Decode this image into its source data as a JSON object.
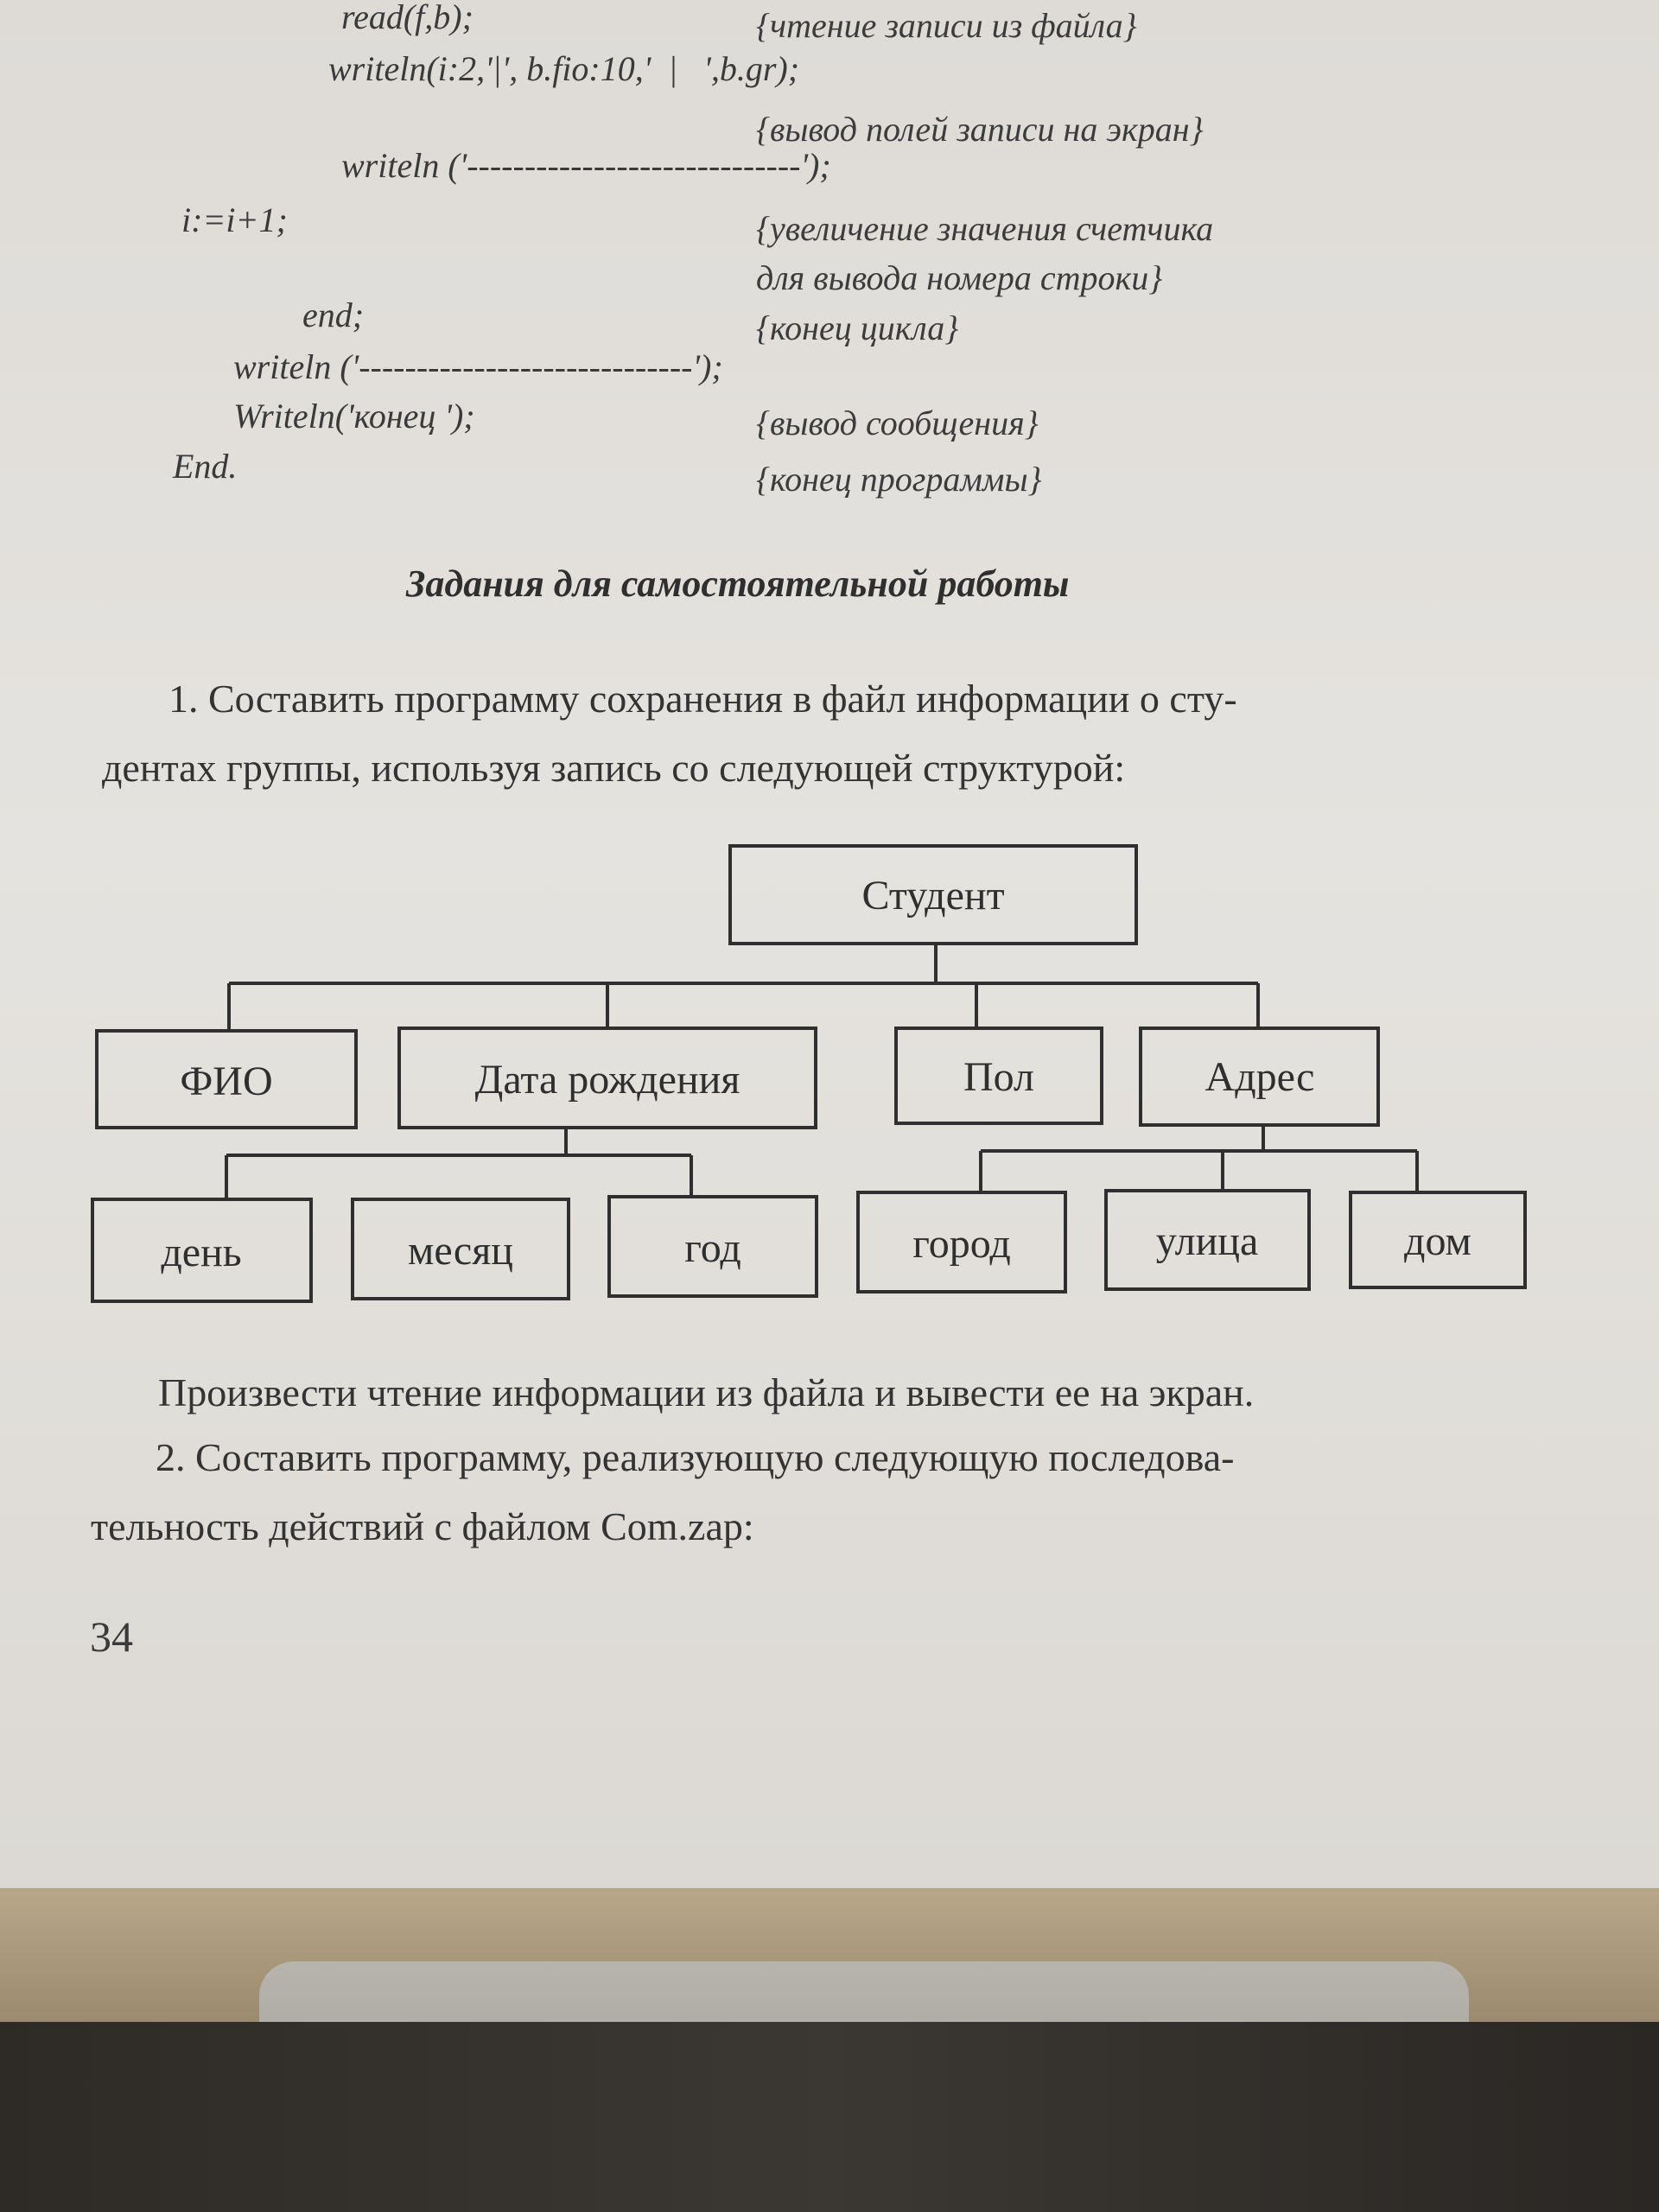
{
  "code_lines": [
    {
      "code": "read(f,b);",
      "comment": "{чтение записи из файла}"
    },
    {
      "code": "writeln(i:2,'|', b.fio:10,'  |   ',b.gr);",
      "comment": ""
    },
    {
      "code": "",
      "comment": "{вывод полей записи на экран}"
    },
    {
      "code": "writeln ('-----------------------------');",
      "comment": ""
    },
    {
      "code": "i:=i+1;",
      "comment": "{увеличение значения счетчика"
    },
    {
      "code": "",
      "comment": "для вывода номера строки}"
    },
    {
      "code": "end;",
      "comment": "{конец цикла}"
    },
    {
      "code": "writeln ('-----------------------------');",
      "comment": ""
    },
    {
      "code": "Writeln('конец ');",
      "comment": "{вывод сообщения}"
    },
    {
      "code": "End.",
      "comment": "{конец программы}"
    }
  ],
  "heading": "Задания для самостоятельной работы",
  "task1": {
    "line1": "1. Составить программу сохранения в файл информации о сту-",
    "line2": "дентах  группы, используя запись со следующей структурой:"
  },
  "diagram": {
    "root": "Студент",
    "level1": [
      "ФИО",
      "Дата рождения",
      "Пол",
      "Адрес"
    ],
    "birth_children": [
      "день",
      "месяц",
      "год"
    ],
    "address_children": [
      "город",
      "улица",
      "дом"
    ]
  },
  "after_diagram": "Произвести чтение информации из файла и вывести ее на экран.",
  "task2": {
    "line1": "2. Составить программу, реализующую следующую последова-",
    "line2": "тельность действий с файлом Com.zap:"
  },
  "page_number": "34"
}
